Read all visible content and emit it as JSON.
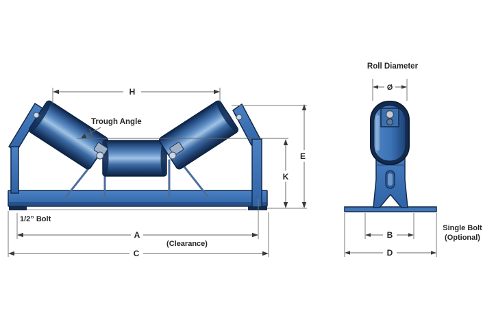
{
  "front_view": {
    "dim_h": "H",
    "trough_angle_label": "Trough Angle",
    "bolt_label": "1/2” Bolt",
    "dim_a": "A",
    "clearance_label": "(Clearance)",
    "dim_c": "C",
    "dim_e": "E",
    "dim_k": "K"
  },
  "end_view": {
    "title": "Roll Diameter",
    "dim_diameter": "Ø",
    "dim_b": "B",
    "dim_d": "D",
    "single_bolt_line1": "Single Bolt",
    "single_bolt_line2": "(Optional)"
  },
  "colors": {
    "roller_highlight": "#a0c2e4",
    "roller_dark": "#0e2342",
    "frame_blue": "#3a72b6",
    "outline_navy": "#15294a",
    "dimension_gray": "#666666",
    "label_text": "#262626"
  }
}
